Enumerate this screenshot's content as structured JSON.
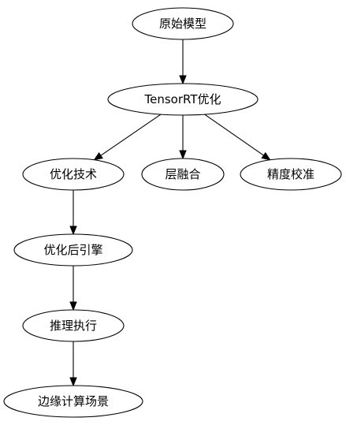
{
  "diagram": {
    "nodes": {
      "original_model": "原始模型",
      "tensorrt_opt": "TensorRT优化",
      "opt_tech": "优化技术",
      "layer_fusion": "层融合",
      "precision_calib": "精度校准",
      "opt_engine": "优化后引擎",
      "inference_exec": "推理执行",
      "edge_scenario": "边缘计算场景"
    },
    "edges": [
      [
        "original_model",
        "tensorrt_opt"
      ],
      [
        "tensorrt_opt",
        "opt_tech"
      ],
      [
        "tensorrt_opt",
        "layer_fusion"
      ],
      [
        "tensorrt_opt",
        "precision_calib"
      ],
      [
        "opt_tech",
        "opt_engine"
      ],
      [
        "opt_engine",
        "inference_exec"
      ],
      [
        "inference_exec",
        "edge_scenario"
      ]
    ]
  }
}
